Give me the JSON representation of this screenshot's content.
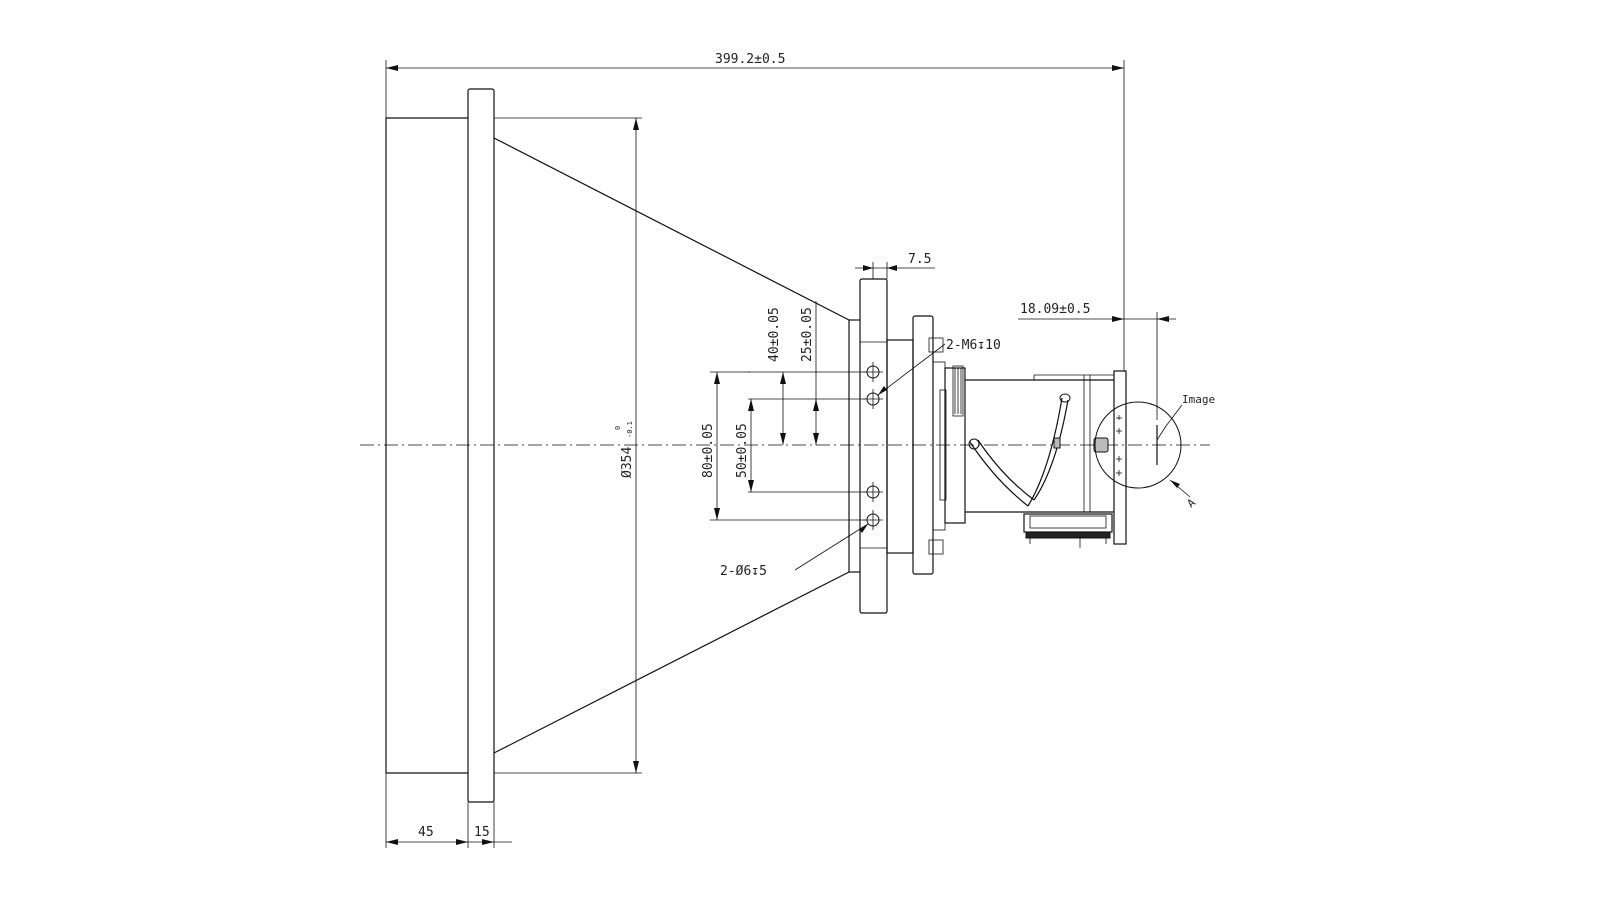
{
  "dimensions": {
    "overall_length": "399.2±0.5",
    "flange_thickness": "7.5",
    "back_focal": "18.09±0.5",
    "mount_thread": "2-M6↧10",
    "hole_spacing_40": "40±0.05",
    "hole_spacing_25": "25±0.05",
    "hole_spacing_80": "80±0.05",
    "hole_spacing_50": "50±0.05",
    "diameter": "Ø354",
    "diameter_tol_upper": "0",
    "diameter_tol_lower": "-0.1",
    "pin_holes": "2-Ø6↧5",
    "hood_depth": "45",
    "flange_width": "15"
  },
  "labels": {
    "image": "Image",
    "detail_a": "A"
  }
}
